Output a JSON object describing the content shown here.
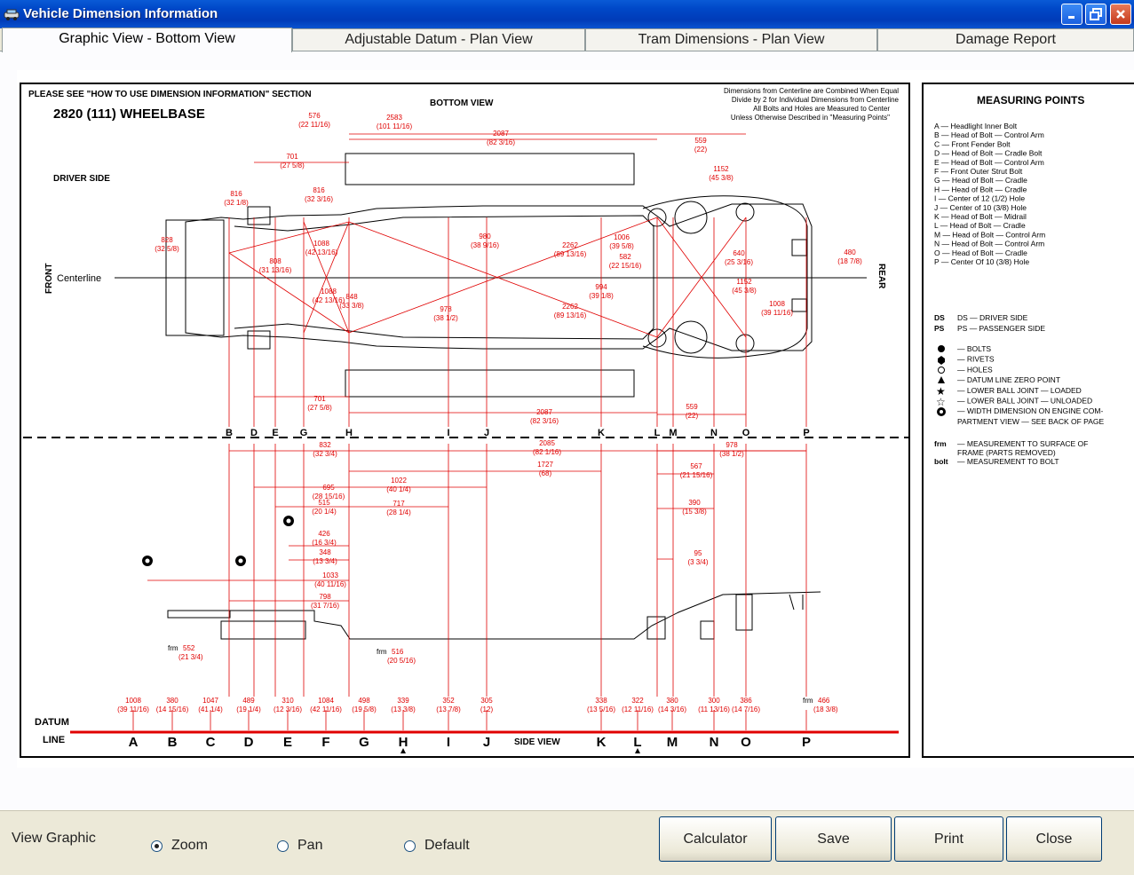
{
  "window": {
    "title": "Vehicle Dimension Information"
  },
  "tabs": [
    {
      "label": "Graphic View - Bottom View",
      "active": true
    },
    {
      "label": "Adjustable Datum - Plan View",
      "active": false
    },
    {
      "label": "Tram Dimensions - Plan View",
      "active": false
    },
    {
      "label": "Damage Report",
      "active": false
    }
  ],
  "diagram": {
    "notice": "PLEASE SEE \"HOW TO USE DIMENSION INFORMATION\" SECTION",
    "wheelbase": "2820  (111)  WHEELBASE",
    "bottom_view": "BOTTOM VIEW",
    "driver_side": "DRIVER SIDE",
    "front": "FRONT",
    "rear": "REAR",
    "centerline": "Centerline",
    "note_lines": [
      "Dimensions from Centerline are Combined When Equal",
      "Divide by 2 for Individual Dimensions from Centerline",
      "All Bolts and Holes are Measured to Center",
      "Unless Otherwise Described in \"Measuring Points\""
    ],
    "side_view": "SIDE VIEW",
    "datum": "DATUM",
    "line": "LINE",
    "top_letters": [
      "B",
      "D",
      "E",
      "G",
      "H",
      "I",
      "J",
      "K",
      "L",
      "M",
      "N",
      "O",
      "P"
    ],
    "datum_letters": [
      "A",
      "B",
      "C",
      "D",
      "E",
      "F",
      "G",
      "H",
      "I",
      "J",
      "K",
      "L",
      "M",
      "N",
      "O",
      "P"
    ],
    "top_dims": [
      {
        "v": "576",
        "s": "(22 11/16)"
      },
      {
        "v": "2583",
        "s": "(101 11/16)"
      },
      {
        "v": "2087",
        "s": "(82 3/16)"
      },
      {
        "v": "559",
        "s": "(22)"
      },
      {
        "v": "701",
        "s": "(27 5/8)"
      },
      {
        "v": "1152",
        "s": "(45 3/8)"
      },
      {
        "v": "816",
        "s": "(32 1/8)"
      },
      {
        "v": "816",
        "s": "(32 3/16)"
      },
      {
        "v": "828",
        "s": "(32 5/8)"
      },
      {
        "v": "1088",
        "s": "(42 13/16)"
      },
      {
        "v": "980",
        "s": "(38 9/16)"
      },
      {
        "v": "2262",
        "s": "(89 13/16)"
      },
      {
        "v": "1006",
        "s": "(39 5/8)"
      },
      {
        "v": "582",
        "s": "(22 15/16)"
      },
      {
        "v": "640",
        "s": "(25 3/16)"
      },
      {
        "v": "480",
        "s": "(18 7/8)"
      },
      {
        "v": "808",
        "s": "(31 13/16)"
      },
      {
        "v": "1088",
        "s": "(42 13/16)"
      },
      {
        "v": "848",
        "s": "(33 3/8)"
      },
      {
        "v": "994",
        "s": "(39 1/8)"
      },
      {
        "v": "1152",
        "s": "(45 3/8)"
      },
      {
        "v": "1008",
        "s": "(39 11/16)"
      },
      {
        "v": "978",
        "s": "(38 1/2)"
      },
      {
        "v": "2262",
        "s": "(89 13/16)"
      },
      {
        "v": "701",
        "s": "(27 5/8)"
      },
      {
        "v": "2087",
        "s": "(82 3/16)"
      },
      {
        "v": "559",
        "s": "(22)"
      }
    ],
    "side_dims": [
      {
        "v": "832",
        "s": "(32 3/4)"
      },
      {
        "v": "2085",
        "s": "(82 1/16)"
      },
      {
        "v": "978",
        "s": "(38 1/2)"
      },
      {
        "v": "1727",
        "s": "(68)"
      },
      {
        "v": "695",
        "s": "(28 15/16)"
      },
      {
        "v": "1022",
        "s": "(40 1/4)"
      },
      {
        "v": "567",
        "s": "(21 15/16)"
      },
      {
        "v": "515",
        "s": "(20 1/4)"
      },
      {
        "v": "717",
        "s": "(28 1/4)"
      },
      {
        "v": "390",
        "s": "(15 3/8)"
      },
      {
        "v": "426",
        "s": "(16 3/4)"
      },
      {
        "v": "348",
        "s": "(13 3/4)"
      },
      {
        "v": "95",
        "s": "(3 3/4)"
      },
      {
        "v": "1033",
        "s": "(40 11/16)"
      },
      {
        "v": "798",
        "s": "(31 7/16)"
      }
    ],
    "frm_labels": [
      {
        "p": "frm",
        "v": "552",
        "s": "(21 3/4)"
      },
      {
        "p": "frm",
        "v": "516",
        "s": "(20 5/16)"
      },
      {
        "p": "frm",
        "v": "466",
        "s": "(18 3/8)"
      }
    ],
    "heights": [
      {
        "v": "1008",
        "s": "(39 11/16)"
      },
      {
        "v": "380",
        "s": "(14 15/16)"
      },
      {
        "v": "1047",
        "s": "(41 1/4)"
      },
      {
        "v": "489",
        "s": "(19 1/4)"
      },
      {
        "v": "310",
        "s": "(12 3/16)"
      },
      {
        "v": "1084",
        "s": "(42 11/16)"
      },
      {
        "v": "498",
        "s": "(19 5/8)"
      },
      {
        "v": "339",
        "s": "(13 3/8)"
      },
      {
        "v": "352",
        "s": "(13 7/8)"
      },
      {
        "v": "305",
        "s": "(12)"
      },
      {
        "v": "338",
        "s": "(13 5/16)"
      },
      {
        "v": "322",
        "s": "(12 11/16)"
      },
      {
        "v": "380",
        "s": "(14 3/16)"
      },
      {
        "v": "300",
        "s": "(11 13/16)"
      },
      {
        "v": "386",
        "s": "(14 7/16)"
      }
    ]
  },
  "legend": {
    "title": "MEASURING POINTS",
    "points": [
      "A  —  Headlight Inner Bolt",
      "B  —  Head of Bolt — Control Arm",
      "C  —  Front Fender Bolt",
      "D  —  Head of Bolt — Cradle Bolt",
      "E  —  Head of Bolt — Control Arm",
      "F  —  Front Outer Strut Bolt",
      "G  —  Head of Bolt — Cradle",
      "H  —  Head of Bolt — Cradle",
      "I  —  Center of 12 (1/2) Hole",
      "J  —  Center of 10 (3/8) Hole",
      "K  —  Head of Bolt — Midrail",
      "L  —  Head of Bolt — Cradle",
      "M  —  Head of Bolt — Control Arm",
      "N  —  Head of Bolt — Control Arm",
      "O  —  Head of Bolt — Cradle",
      "P  —  Center Of 10 (3/8) Hole"
    ],
    "sides": [
      "DS  —  DRIVER SIDE",
      "PS  —  PASSENGER SIDE"
    ],
    "symbols": [
      "—  BOLTS",
      "—  RIVETS",
      "—  HOLES",
      "—  DATUM LINE ZERO POINT",
      "—  LOWER BALL JOINT — LOADED",
      "—  LOWER BALL JOINT — UNLOADED",
      "—  WIDTH DIMENSION ON ENGINE COM-",
      "    PARTMENT VIEW — SEE BACK OF PAGE"
    ],
    "abbr": [
      {
        "k": "frm",
        "t": "—  MEASUREMENT TO SURFACE OF"
      },
      {
        "k": "",
        "t": "    FRAME (PARTS REMOVED)"
      },
      {
        "k": "bolt",
        "t": "—  MEASUREMENT TO BOLT"
      }
    ]
  },
  "controls": {
    "view_graphic_label": "View Graphic",
    "radios": [
      {
        "label": "Zoom",
        "checked": true
      },
      {
        "label": "Pan",
        "checked": false
      },
      {
        "label": "Default",
        "checked": false
      }
    ],
    "buttons": {
      "calculator": "Calculator",
      "save": "Save",
      "print": "Print",
      "close": "Close"
    }
  },
  "colors": {
    "dimension": "#e00000",
    "titlebar": "#0048c8",
    "face": "#ece9d8"
  }
}
